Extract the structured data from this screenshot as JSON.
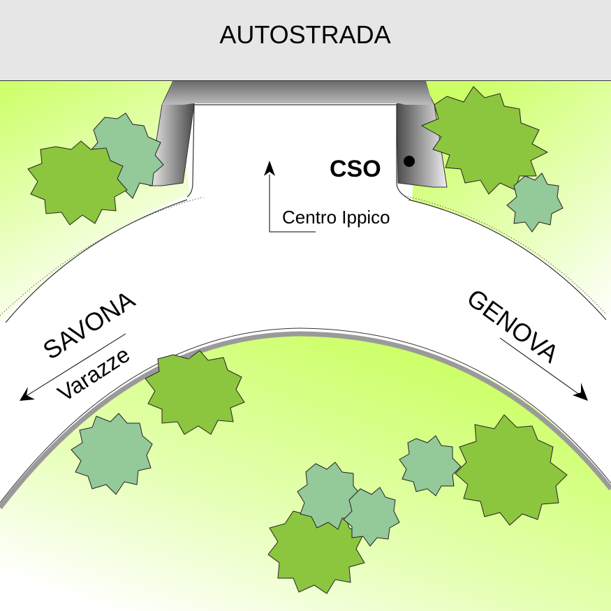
{
  "header": {
    "title": "AUTOSTRADA"
  },
  "labels": {
    "cso": "CSO",
    "centro_ippico": "Centro Ippico",
    "savona": "SAVONA",
    "varazze": "Varazze",
    "genova": "GENOVA"
  },
  "colors": {
    "grass_light": "#ccff66",
    "grass_white": "#ffffff",
    "tree_dark": "#8cc63f",
    "tree_teal": "#94c99a",
    "highway": "#e6e6e6",
    "ramp_dark": "#5a5a5a",
    "curb": "#9a9a9a"
  },
  "icons": {
    "cso_marker": "filled-circle",
    "directions": [
      "arrow-up",
      "arrow-down-left",
      "arrow-down-right"
    ],
    "trees": "tree-canopy"
  }
}
